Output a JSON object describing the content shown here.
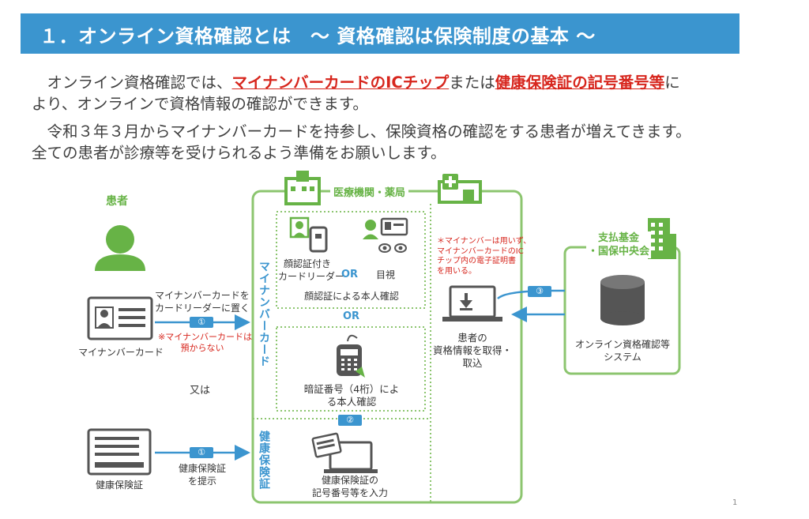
{
  "title": "１．オンライン資格確認とは　～ 資格確認は保険制度の基本 ～",
  "intro": {
    "p1_a": "　オンライン資格確認では、",
    "p1_b": "マイナンバーカードのICチップ",
    "p1_c": "または",
    "p1_d": "健康保険証の記号番号等",
    "p1_e": "に",
    "p1_f": "より、オンラインで資格情報の確認ができます。",
    "p2": "　令和３年３月からマイナンバーカードを持参し、保険資格の確認をする患者が増えてきます。",
    "p3": "全ての患者が診療等を受けられるよう準備をお願いします。"
  },
  "diagram": {
    "patient_label": "患者",
    "mynumber_card_label": "マイナンバーカード",
    "place_on_reader_1": "マイナンバーカードを",
    "place_on_reader_2": "カードリーダーに置く",
    "step1": "①",
    "step2": "②",
    "step3": "③",
    "not_kept_1": "※マイナンバーカードは",
    "not_kept_2": "預からない",
    "or_jp": "又は",
    "insurance_card_label": "健康保険証",
    "present_1": "健康保険証",
    "present_2": "を提示",
    "facility_label": "医療機関・薬局",
    "vertical_mynumber": "マイナンバーカード",
    "vertical_insurance": "健康保険証",
    "face_reader_1": "顔認証付き",
    "face_reader_2": "カードリーダー",
    "or_en": "OR",
    "visual_check": "目視",
    "face_auth": "顔認証による本人確認",
    "pin_1": "暗証番号（4桁）によ",
    "pin_2": "る本人確認",
    "enter_1": "健康保険証の",
    "enter_2": "記号番号等を入力",
    "note_1": "＊マイナンバーは用いず、",
    "note_2": "マイナンバーカードのIC",
    "note_3": "チップ内の電子証明書",
    "note_4": "を用いる。",
    "acquire_1": "患者の",
    "acquire_2": "資格情報を取得・",
    "acquire_3": "取込",
    "fund_1": "支払基金",
    "fund_2": "・国保中央会",
    "system_1": "オンライン資格確認等",
    "system_2": "システム"
  },
  "page_number": "1",
  "colors": {
    "title_bg": "#3b95cf",
    "accent_green": "#67b346",
    "accent_red": "#d7261d",
    "icon_gray": "#555555"
  }
}
